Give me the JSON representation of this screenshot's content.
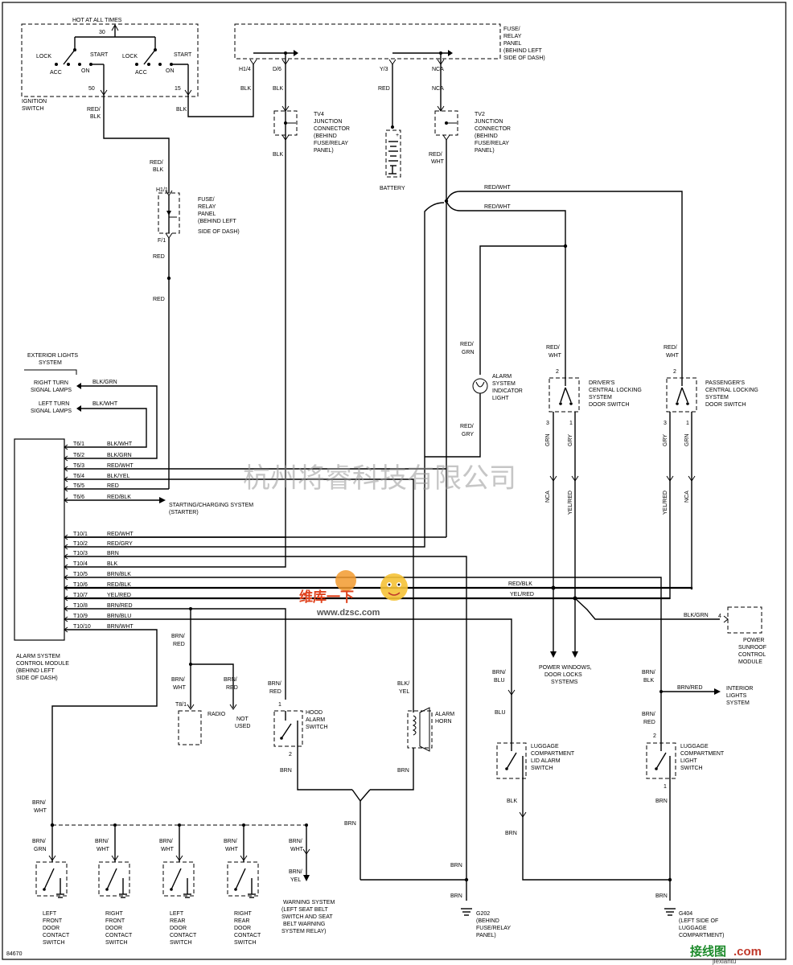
{
  "ignition": {
    "hot": "HOT AT ALL TIMES",
    "t30": "30",
    "t50": "50",
    "t15": "15",
    "lock1": "LOCK",
    "start1": "START",
    "acc1": "ACC",
    "on1": "ON",
    "lock2": "LOCK",
    "start2": "START",
    "acc2": "ACC",
    "on2": "ON",
    "label": [
      "IGNITION",
      "SWITCH"
    ]
  },
  "fuse_top": {
    "label": [
      "FUSE/",
      "RELAY",
      "PANEL",
      "(BEHIND LEFT",
      "SIDE OF DASH)"
    ],
    "p1": "H1/4",
    "p2": "D/6",
    "p3": "Y/3",
    "p4": "NCA"
  },
  "tv4": [
    "TV4",
    "JUNCTION",
    "CONNECTOR",
    "(BEHIND",
    "FUSE/RELAY",
    "PANEL)"
  ],
  "tv2": [
    "TV2",
    "JUNCTION",
    "CONNECTOR",
    "(BEHIND",
    "FUSE/RELAY",
    "PANEL)"
  ],
  "battery": "BATTERY",
  "fuse_left": {
    "label": [
      "FUSE/",
      "RELAY",
      "PANEL",
      "(BEHIND LEFT",
      "SIDE OF DASH)"
    ],
    "p1": "H1/1",
    "p2": "F/1"
  },
  "wires": {
    "red_blk": [
      "RED/",
      "BLK"
    ],
    "blk": "BLK",
    "red": "RED",
    "red_wht": [
      "RED/",
      "WHT"
    ],
    "red_wht_h": "RED/WHT",
    "red_grn": [
      "RED/",
      "GRN"
    ],
    "red_gry": [
      "RED/",
      "GRY"
    ],
    "grn": "GRN",
    "gry": "GRY",
    "nca": "NCA",
    "yel_red": "YEL/RED",
    "red_blk_h": "RED/BLK",
    "yel_red_h": "YEL/RED",
    "blk_grn": "BLK/GRN",
    "brn_blu": [
      "BRN/",
      "BLU"
    ],
    "blu": "BLU",
    "brn_blk": [
      "BRN/",
      "BLK"
    ],
    "brn_red": [
      "BRN/",
      "RED"
    ],
    "brn_red_h": "BRN/RED",
    "brn": "BRN",
    "brn_wht": [
      "BRN/",
      "WHT"
    ],
    "blk_yel": [
      "BLK/",
      "YEL"
    ],
    "brn_grn": [
      "BRN/",
      "GRN"
    ],
    "brn_yel": [
      "BRN/",
      "YEL"
    ]
  },
  "exterior": {
    "title": [
      "EXTERIOR LIGHTS",
      "SYSTEM"
    ],
    "right": [
      "RIGHT TURN",
      "SIGNAL LAMPS"
    ],
    "left": [
      "LEFT TURN",
      "SIGNAL LAMPS"
    ],
    "w_right": "BLK/GRN",
    "w_left": "BLK/WHT"
  },
  "module": {
    "label": [
      "ALARM SYSTEM",
      "CONTROL MODULE",
      "(BEHIND LEFT",
      "SIDE OF DASH)"
    ],
    "pins": [
      {
        "pin": "T6/1",
        "wire": "BLK/WHT"
      },
      {
        "pin": "T6/2",
        "wire": "BLK/GRN"
      },
      {
        "pin": "T6/3",
        "wire": "RED/WHT"
      },
      {
        "pin": "T6/4",
        "wire": "BLK/YEL"
      },
      {
        "pin": "T6/5",
        "wire": "RED"
      },
      {
        "pin": "T6/6",
        "wire": "RED/BLK"
      },
      {
        "pin": "T10/1",
        "wire": "RED/WHT"
      },
      {
        "pin": "T10/2",
        "wire": "RED/GRY"
      },
      {
        "pin": "T10/3",
        "wire": "BRN"
      },
      {
        "pin": "T10/4",
        "wire": "BLK"
      },
      {
        "pin": "T10/5",
        "wire": "BRN/BLK"
      },
      {
        "pin": "T10/6",
        "wire": "RED/BLK"
      },
      {
        "pin": "T10/7",
        "wire": "YEL/RED"
      },
      {
        "pin": "T10/8",
        "wire": "BRN/RED"
      },
      {
        "pin": "T10/9",
        "wire": "BRN/BLU"
      },
      {
        "pin": "T10/10",
        "wire": "BRN/WHT"
      }
    ],
    "starter": [
      "STARTING/CHARGING SYSTEM",
      "(STARTER)"
    ]
  },
  "indicator": [
    "ALARM",
    "SYSTEM",
    "INDICATOR",
    "LIGHT"
  ],
  "driver_switch": {
    "label": [
      "DRIVER'S",
      "CENTRAL LOCKING",
      "SYSTEM",
      "DOOR SWITCH"
    ],
    "p2": "2",
    "p3": "3",
    "p1": "1"
  },
  "pass_switch": {
    "label": [
      "PASSENGER'S",
      "CENTRAL LOCKING",
      "SYSTEM",
      "DOOR SWITCH"
    ],
    "p2": "2",
    "p3": "3",
    "p1": "1"
  },
  "power_windows": [
    "POWER WINDOWS,",
    "DOOR LOCKS",
    "SYSTEMS"
  ],
  "sunroof": {
    "label": [
      "POWER",
      "SUNROOF",
      "CONTROL",
      "MODULE"
    ],
    "pin": "4"
  },
  "radio": {
    "label": "RADIO",
    "pin": "T8/1",
    "not_used": [
      "NOT",
      "USED"
    ]
  },
  "hood": {
    "label": [
      "HOOD",
      "ALARM",
      "SWITCH"
    ],
    "p1": "1",
    "p2": "2"
  },
  "horn": [
    "ALARM",
    "HORN"
  ],
  "luggage_lid": {
    "label": [
      "LUGGAGE",
      "COMPARTMENT",
      "LID ALARM",
      "SWITCH"
    ]
  },
  "luggage_light": {
    "label": [
      "LUGGAGE",
      "COMPARTMENT",
      "LIGHT",
      "SWITCH"
    ],
    "p2": "2",
    "p1": "1"
  },
  "interior": [
    "INTERIOR",
    "LIGHTS",
    "SYSTEM"
  ],
  "doors": [
    {
      "wire": [
        "BRN/",
        "GRN"
      ],
      "label": [
        "LEFT",
        "FRONT",
        "DOOR",
        "CONTACT",
        "SWITCH"
      ]
    },
    {
      "wire": [
        "BRN/",
        "WHT"
      ],
      "label": [
        "RIGHT",
        "FRONT",
        "DOOR",
        "CONTACT",
        "SWITCH"
      ]
    },
    {
      "wire": [
        "BRN/",
        "WHT"
      ],
      "label": [
        "LEFT",
        "REAR",
        "DOOR",
        "CONTACT",
        "SWITCH"
      ]
    },
    {
      "wire": [
        "BRN/",
        "WHT"
      ],
      "label": [
        "RIGHT",
        "REAR",
        "DOOR",
        "CONTACT",
        "SWITCH"
      ]
    }
  ],
  "warning": [
    "WARNING SYSTEM",
    "(LEFT SEAT BELT",
    "SWITCH AND SEAT",
    "BELT WARNING",
    "SYSTEM RELAY)"
  ],
  "g202": [
    "G202",
    "(BEHIND",
    "FUSE/RELAY",
    "PANEL)"
  ],
  "g404": [
    "G404",
    "(LEFT SIDE OF",
    "LUGGAGE",
    "COMPARTMENT)"
  ],
  "figure_id": "84670",
  "watermark": "杭州将睿科技有限公司",
  "logo_text": [
    "维库一下",
    "www.dzsc.com"
  ],
  "corner_logo": [
    "接线图",
    ".com",
    "jiexiantu"
  ]
}
